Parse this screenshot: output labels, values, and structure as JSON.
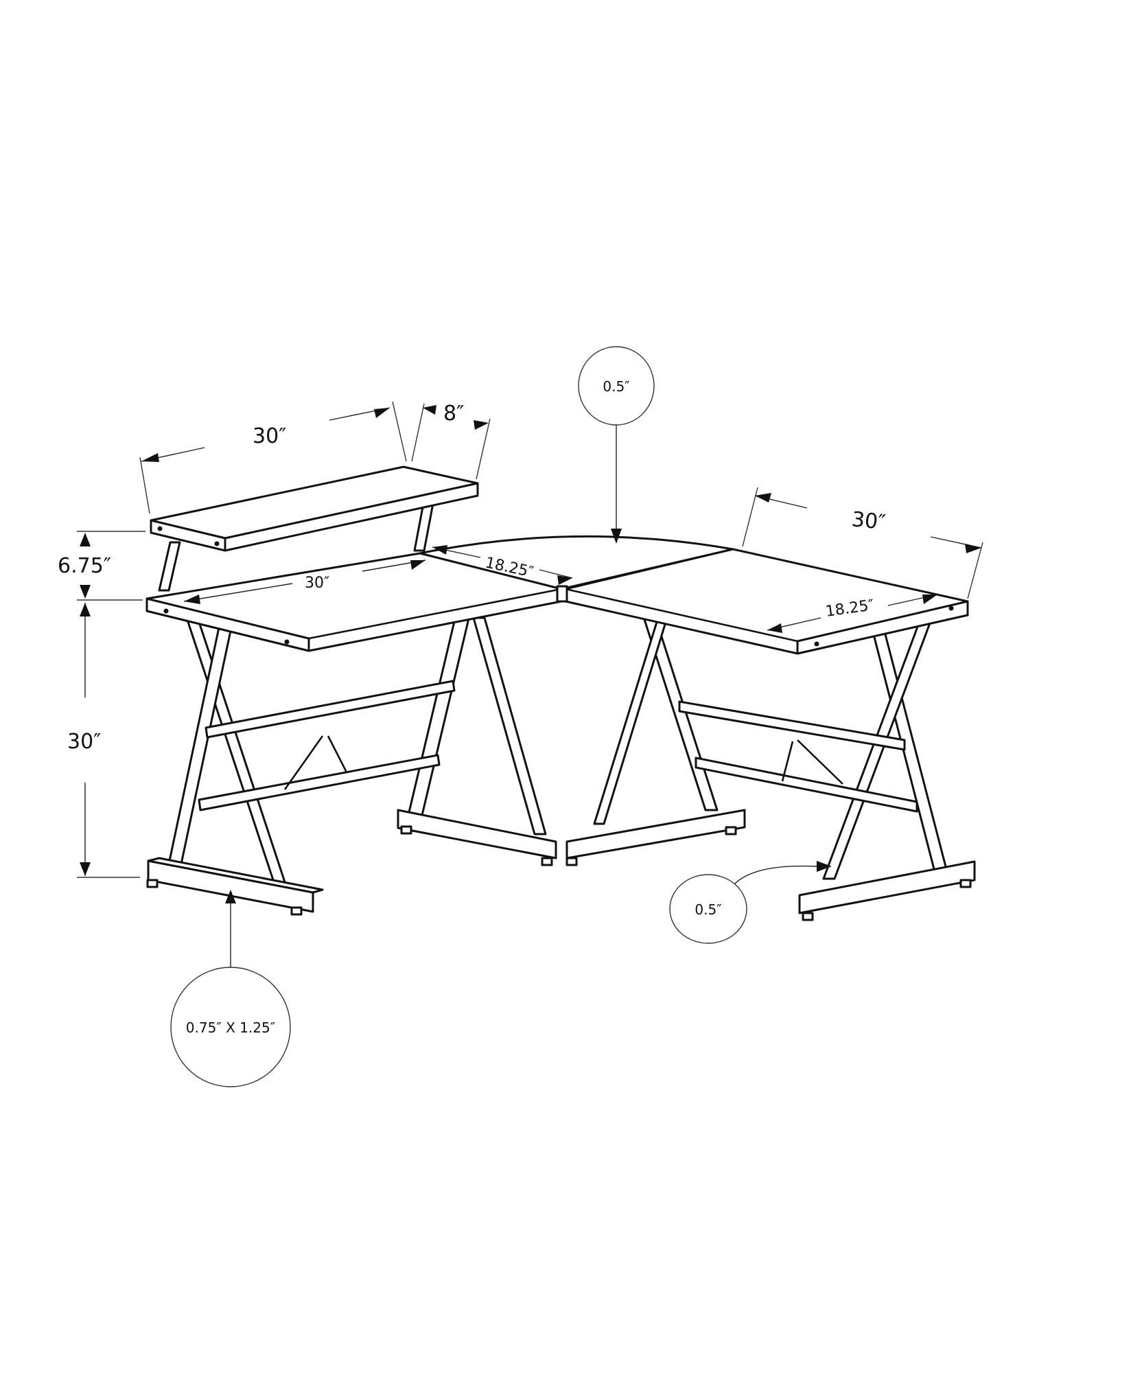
{
  "diagram": {
    "subject": "L-shaped corner desk with monitor shelf",
    "dimensions": {
      "shelf_length": "30″",
      "shelf_depth": "8″",
      "shelf_height": "6.75″",
      "desk_height": "30″",
      "left_desk_length": "30″",
      "corner_depth_left": "18.25″",
      "right_desk_length": "30″",
      "right_desk_depth": "18.25″"
    },
    "callouts": {
      "top_thickness": "0.5″",
      "leg_rod": "0.5″",
      "foot_profile": "0.75″ X 1.25″"
    }
  }
}
